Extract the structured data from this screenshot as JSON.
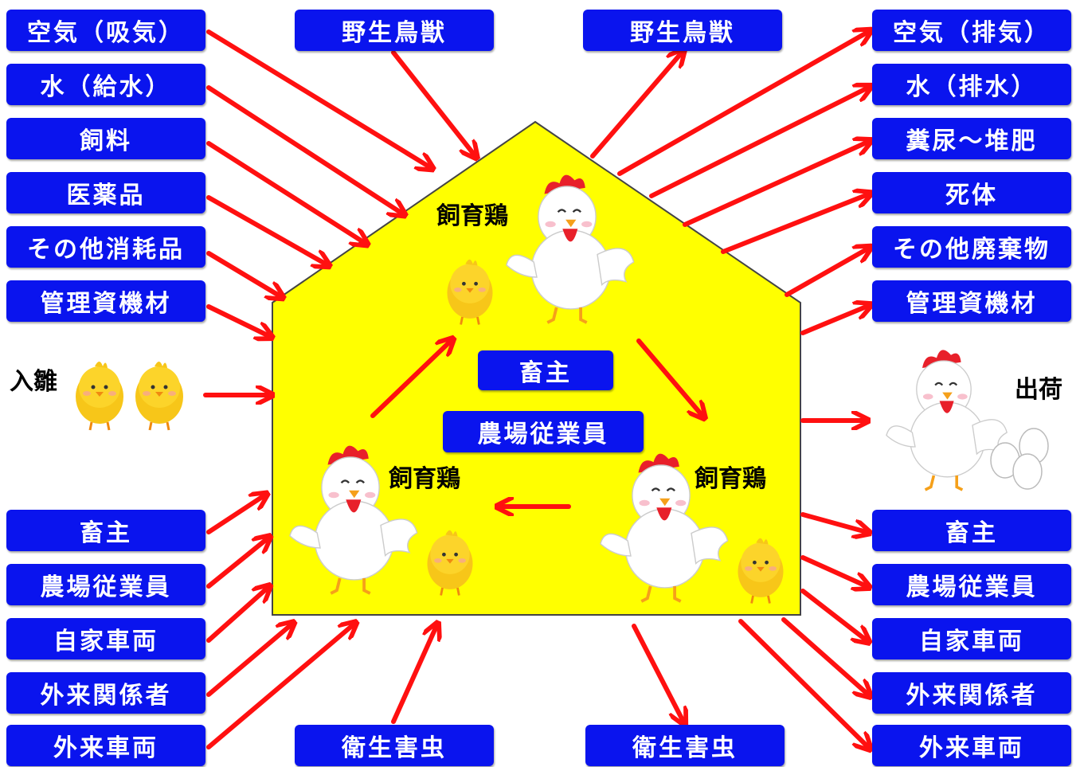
{
  "inputs": [
    "空気（吸気）",
    "水（給水）",
    "飼料",
    "医薬品",
    "その他消耗品",
    "管理資機材"
  ],
  "outputs": [
    "空気（排気）",
    "水（排水）",
    "糞尿～堆肥",
    "死体",
    "その他廃棄物",
    "管理資機材"
  ],
  "wildlife_in": "野生鳥獣",
  "wildlife_out": "野生鳥獣",
  "people_in": [
    "畜主",
    "農場従業員",
    "自家車両",
    "外来関係者",
    "外来車両"
  ],
  "people_out": [
    "畜主",
    "農場従業員",
    "自家車両",
    "外来関係者",
    "外来車両"
  ],
  "pests_in": "衛生害虫",
  "pests_out": "衛生害虫",
  "house": {
    "owner": "畜主",
    "staff": "農場従業員",
    "bird_top": "飼育鶏",
    "bird_left": "飼育鶏",
    "bird_right": "飼育鶏"
  },
  "chick_in_label": "入雛",
  "ship_label": "出荷",
  "colors": {
    "box": "#0a14ee",
    "arrow": "#ff1010",
    "house": "#ffff00"
  }
}
